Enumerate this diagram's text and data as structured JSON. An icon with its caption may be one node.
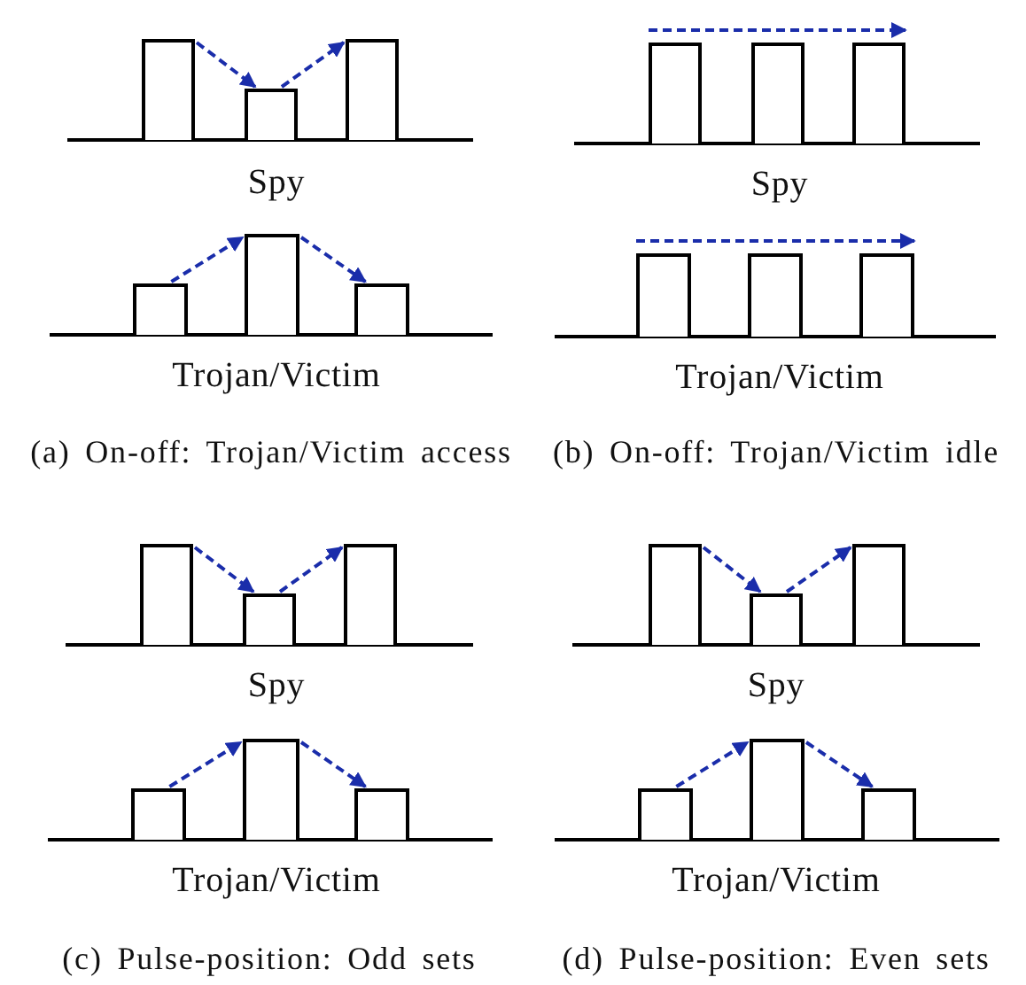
{
  "diagram": {
    "nodes": [
      {
        "text": [],
        "shape": "bar"
      },
      {
        "text": [],
        "shape": "bar"
      },
      {
        "text": [],
        "shape": "bar"
      },
      {
        "text": [],
        "shape": "bar"
      },
      {
        "text": [],
        "shape": "bar"
      },
      {
        "text": [],
        "shape": "bar"
      },
      {
        "text": [],
        "shape": "bar"
      },
      {
        "text": [],
        "shape": "bar"
      },
      {
        "text": [],
        "shape": "bar"
      },
      {
        "text": [],
        "shape": "bar"
      },
      {
        "text": [],
        "shape": "bar"
      },
      {
        "text": [],
        "shape": "bar"
      },
      {
        "text": [],
        "shape": "bar"
      },
      {
        "text": [],
        "shape": "bar"
      },
      {
        "text": [],
        "shape": "bar"
      },
      {
        "text": [],
        "shape": "bar"
      },
      {
        "text": [],
        "shape": "bar"
      },
      {
        "text": [],
        "shape": "bar"
      },
      {
        "text": [],
        "shape": "bar"
      },
      {
        "text": [],
        "shape": "bar"
      },
      {
        "text": [],
        "shape": "bar"
      },
      {
        "text": [],
        "shape": "bar"
      },
      {
        "text": [],
        "shape": "bar"
      },
      {
        "text": [],
        "shape": "bar"
      }
    ],
    "edges": [
      {
        "from": 0,
        "to": 1,
        "arrow": "to",
        "style": "dashed",
        "color": "#1a2daa"
      },
      {
        "from": 1,
        "to": 2,
        "arrow": "to",
        "style": "dashed",
        "color": "#1a2daa"
      },
      {
        "from": 3,
        "to": 4,
        "arrow": "to",
        "style": "dashed",
        "color": "#1a2daa"
      },
      {
        "from": 4,
        "to": 5,
        "arrow": "to",
        "style": "dashed",
        "color": "#1a2daa"
      },
      {
        "from": 6,
        "to": 8,
        "arrow": "to",
        "style": "dashed",
        "color": "#1a2daa"
      },
      {
        "from": 9,
        "to": 11,
        "arrow": "to",
        "style": "dashed",
        "color": "#1a2daa"
      },
      {
        "from": 12,
        "to": 13,
        "arrow": "to",
        "style": "dashed",
        "color": "#1a2daa"
      },
      {
        "from": 13,
        "to": 14,
        "arrow": "to",
        "style": "dashed",
        "color": "#1a2daa"
      },
      {
        "from": 15,
        "to": 16,
        "arrow": "to",
        "style": "dashed",
        "color": "#1a2daa"
      },
      {
        "from": 16,
        "to": 17,
        "arrow": "to",
        "style": "dashed",
        "color": "#1a2daa"
      },
      {
        "from": 18,
        "to": 19,
        "arrow": "to",
        "style": "dashed",
        "color": "#1a2daa"
      },
      {
        "from": 19,
        "to": 20,
        "arrow": "to",
        "style": "dashed",
        "color": "#1a2daa"
      },
      {
        "from": 21,
        "to": 22,
        "arrow": "to",
        "style": "dashed",
        "color": "#1a2daa"
      },
      {
        "from": 22,
        "to": 23,
        "arrow": "to",
        "style": "dashed",
        "color": "#1a2daa"
      }
    ],
    "labels": [
      "Spy",
      "Spy",
      "Trojan/Victim",
      "Trojan/Victim",
      "(a) On-off: Trojan/Victim access",
      "(b) On-off: Trojan/Victim idle",
      "Spy",
      "Spy",
      "Trojan/Victim",
      "Trojan/Victim",
      "(c) Pulse-position: Odd sets",
      "(d) Pulse-position: Even sets"
    ]
  }
}
